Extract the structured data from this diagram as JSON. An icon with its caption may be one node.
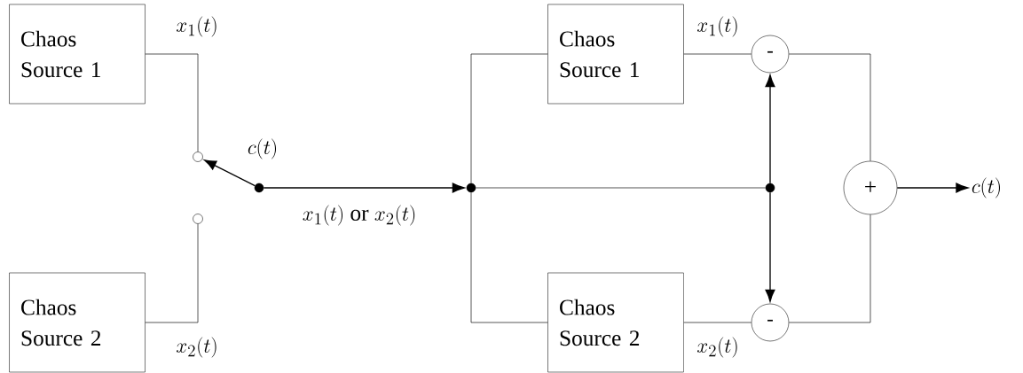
{
  "diagram": {
    "nodes": [
      {
        "text": [
          "Chaos Source 1"
        ]
      },
      {
        "text": [
          "Chaos Source 2"
        ]
      },
      {
        "text": [],
        "shape": "circle"
      },
      {
        "text": [],
        "shape": "circle"
      },
      {
        "text": [],
        "shape": "circle"
      },
      {
        "text": [],
        "shape": "circle"
      },
      {
        "text": [
          "Chaos Source 1"
        ]
      },
      {
        "text": [
          "Chaos Source 2"
        ]
      },
      {
        "text": [
          "-"
        ]
      },
      {
        "text": [
          "-"
        ]
      },
      {
        "text": [],
        "shape": "circle"
      },
      {
        "text": [
          "+"
        ]
      },
      {
        "text": [
          "c(t)"
        ]
      }
    ],
    "edges": [
      {
        "from": 0,
        "to": 2,
        "arrow": "none"
      },
      {
        "from": 1,
        "to": 3,
        "arrow": "none"
      },
      {
        "from": 4,
        "to": 2,
        "arrow": "to"
      },
      {
        "from": 4,
        "to": 5,
        "arrow": "to",
        "label": "x_1(t) \\text{ or } x_2(t)"
      },
      {
        "from": 5,
        "to": 6,
        "arrow": "none"
      },
      {
        "from": 5,
        "to": 7,
        "arrow": "none"
      },
      {
        "from": 5,
        "to": 10,
        "arrow": "none"
      },
      {
        "from": 10,
        "to": 8,
        "arrow": "to"
      },
      {
        "from": 10,
        "to": 9,
        "arrow": "to"
      },
      {
        "from": 6,
        "to": 8,
        "arrow": "none"
      },
      {
        "from": 7,
        "to": 9,
        "arrow": "none"
      },
      {
        "from": 8,
        "to": 11,
        "arrow": "none"
      },
      {
        "from": 9,
        "to": 11,
        "arrow": "none"
      },
      {
        "from": 11,
        "to": 12,
        "arrow": "to"
      }
    ],
    "labels": [
      "x_1(t)",
      "c(t)",
      "x_2(t)",
      "x_1(t)",
      "x_2(t)"
    ]
  }
}
